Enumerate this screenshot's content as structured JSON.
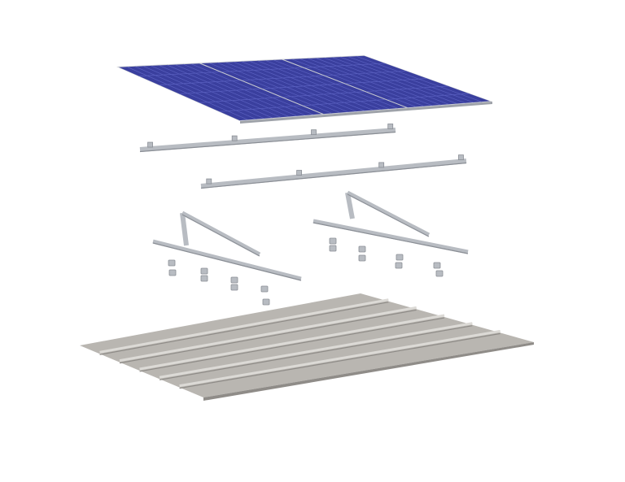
{
  "colors": {
    "background": "#ffffff",
    "panel_cell": "#3a3f9e",
    "panel_cell_light": "#5a60c0",
    "panel_frame": "#c9ccd2",
    "rail": "#b8bcc2",
    "rail_dark": "#8a8e95",
    "roof": "#b9b6b1",
    "roof_rib": "#dcdad6",
    "roof_shadow": "#8f8c88"
  },
  "components": [
    "solar-panels",
    "mounting-rails",
    "triangle-brackets",
    "roof-clamps",
    "metal-roof-sheet"
  ]
}
